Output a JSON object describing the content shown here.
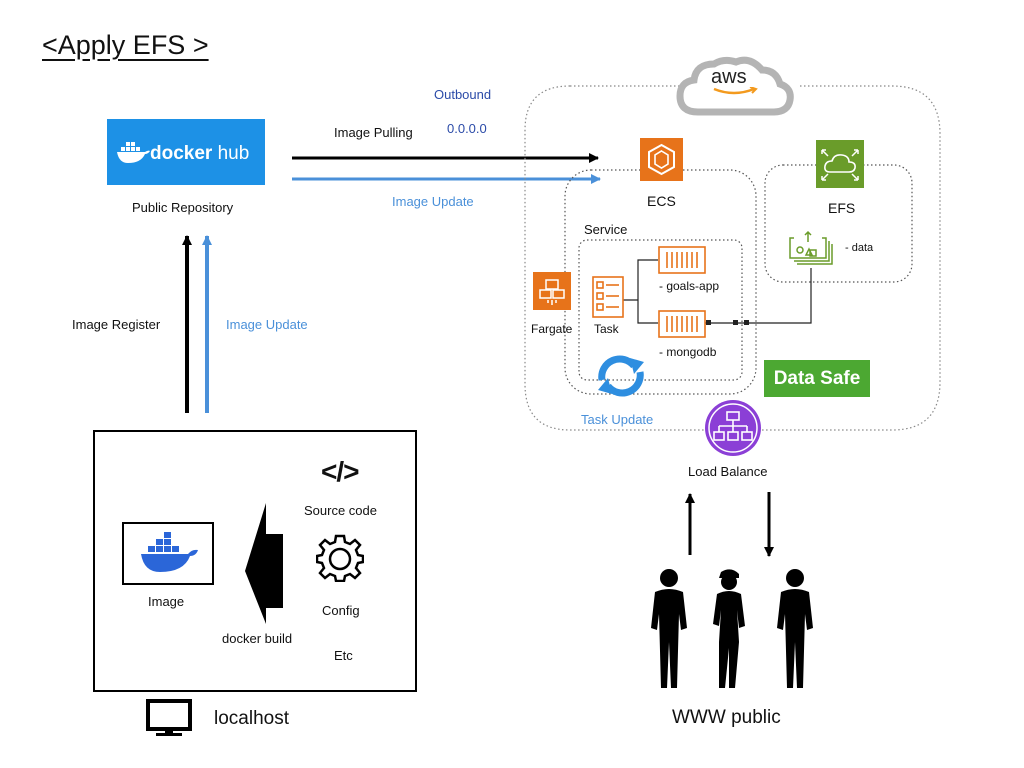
{
  "title": "<Apply EFS >",
  "docker_hub": {
    "logo_text_bold": "docker",
    "logo_text_light": "hub",
    "label": "Public Repository"
  },
  "arrows": {
    "outbound": "Outbound",
    "outbound_ip": "0.0.0.0",
    "image_pulling": "Image Pulling",
    "image_update_top": "Image Update",
    "image_register": "Image Register",
    "image_update_left": "Image Update"
  },
  "aws": {
    "logo": "aws",
    "ecs": "ECS",
    "efs": "EFS",
    "service": "Service",
    "fargate": "Fargate",
    "task": "Task",
    "goals_app": "- goals-app",
    "mongodb": "- mongodb",
    "data": "- data",
    "data_safe": "Data Safe",
    "task_update": "Task Update"
  },
  "load_balance": "Load Balance",
  "www_public": "WWW public",
  "localhost": {
    "label": "localhost",
    "image": "Image",
    "docker_build": "docker build",
    "source_code_symbol": "</>",
    "source_code": "Source code",
    "config": "Config",
    "etc": "Etc"
  },
  "colors": {
    "docker_blue": "#1d91e6",
    "update_blue": "#4a90d9",
    "aws_orange": "#e7731a",
    "efs_green": "#6a9c2a",
    "data_safe_green": "#4ca832",
    "elb_purple": "#8b3fd6"
  },
  "icons": [
    "docker-whale-icon",
    "aws-cloud-icon",
    "ecs-icon",
    "efs-icon",
    "fargate-icon",
    "task-icon",
    "container-icon",
    "efs-data-icon",
    "refresh-icon",
    "load-balancer-icon",
    "code-icon",
    "gear-icon",
    "monitor-icon",
    "people-silhouette-icon"
  ]
}
